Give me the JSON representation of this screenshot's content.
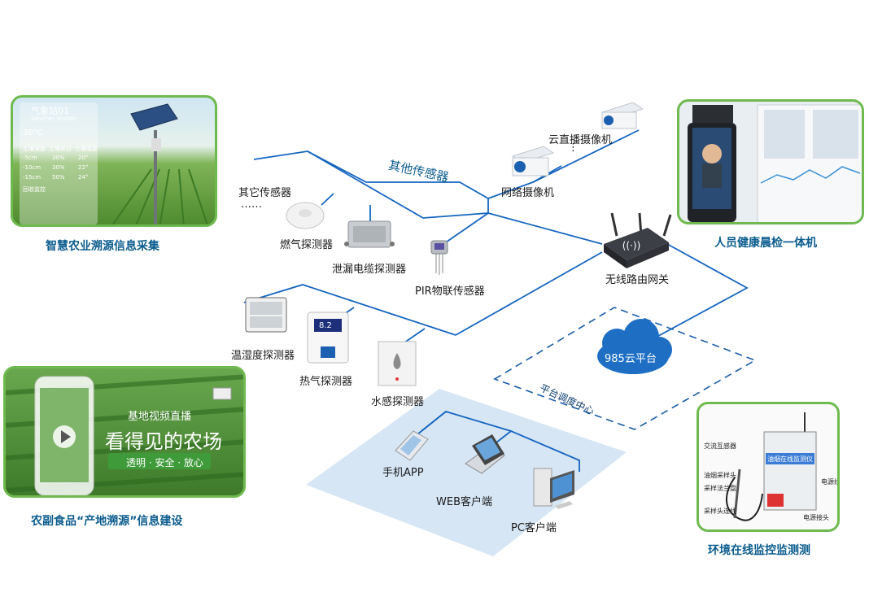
{
  "network": {
    "other_sensors_title": "其他传感器",
    "other_sensor": "其它传感器",
    "ellipsis": "……",
    "gas_detector": "燃气探测器",
    "leak_cable_detector": "泄漏电缆探测器",
    "pir_sensor": "PIR物联传感器",
    "live_camera": "云直播摄像机",
    "cam_dots": "⋮",
    "net_camera": "网络摄像机",
    "router": "无线路由网关",
    "temp_humidity": "温湿度探测器",
    "heat_detector": "热气探测器",
    "water_detector": "水感探测器",
    "cloud": "985云平台",
    "dispatch_center": "平台调度中心",
    "mobile_app": "手机APP",
    "web_client": "WEB客户端",
    "pc_client": "PC客户端",
    "thermo_value": "8.2"
  },
  "panels": {
    "agri": {
      "caption": "智慧农业溯源信息采集",
      "station": "气象站01",
      "station_en": "Weather station",
      "temp": "30°C",
      "soil_headers": [
        "土壤深度",
        "土壤水分",
        "土壤温度"
      ],
      "soil_rows": [
        [
          "-5cm",
          "30%",
          "20°"
        ],
        [
          "-10cm",
          "30%",
          "22°"
        ],
        [
          "-15cm",
          "50%",
          "24°"
        ]
      ],
      "soil_label": "回收监控"
    },
    "health": {
      "caption": "人员健康晨检一体机"
    },
    "food": {
      "caption": "农副食品“产地溯源”信息建设",
      "live_title": "基地视频直播",
      "slogan": "看得见的农场",
      "tags": "透明 · 安全 · 放心"
    },
    "env": {
      "caption": "环境在线监控监测测",
      "device_title": "油烟在线监测仪",
      "labels": [
        "交流互感器",
        "油烟采样头",
        "采样法兰盘",
        "采样头连线",
        "电源线",
        "电源接头"
      ]
    }
  },
  "colors": {
    "line": "#1565c0",
    "panel_border": "#6fba4f",
    "caption": "#0b5c8e",
    "cloud": "#1e6fc4",
    "floor": "#d6e6f5"
  }
}
